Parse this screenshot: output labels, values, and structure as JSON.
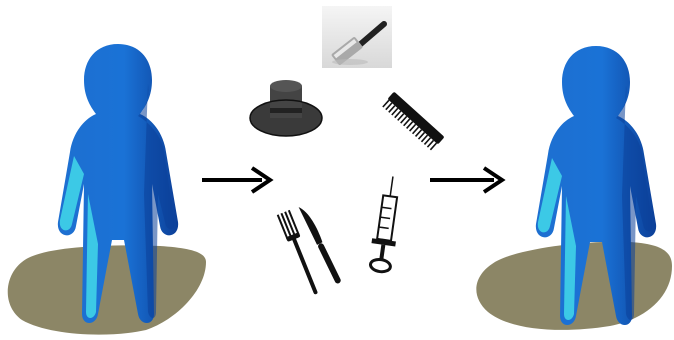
{
  "diagram": {
    "figures": [
      {
        "id": "before",
        "icon": "person-figure-icon",
        "ground": "ground-shadow"
      },
      {
        "id": "after",
        "icon": "person-figure-icon",
        "ground": "ground-shadow"
      }
    ],
    "arrows": [
      "arrow-right-icon",
      "arrow-right-icon"
    ],
    "objects": [
      "top-hat-icon",
      "razor-icon",
      "comb-icon",
      "fork-and-knife-icon",
      "syringe-icon"
    ],
    "colors": {
      "figure_blue": "#1f7fd6",
      "figure_dark": "#0b3f99",
      "figure_highlight": "#3cc9e6",
      "ground": "#8c8666",
      "arrow": "#000000"
    }
  }
}
